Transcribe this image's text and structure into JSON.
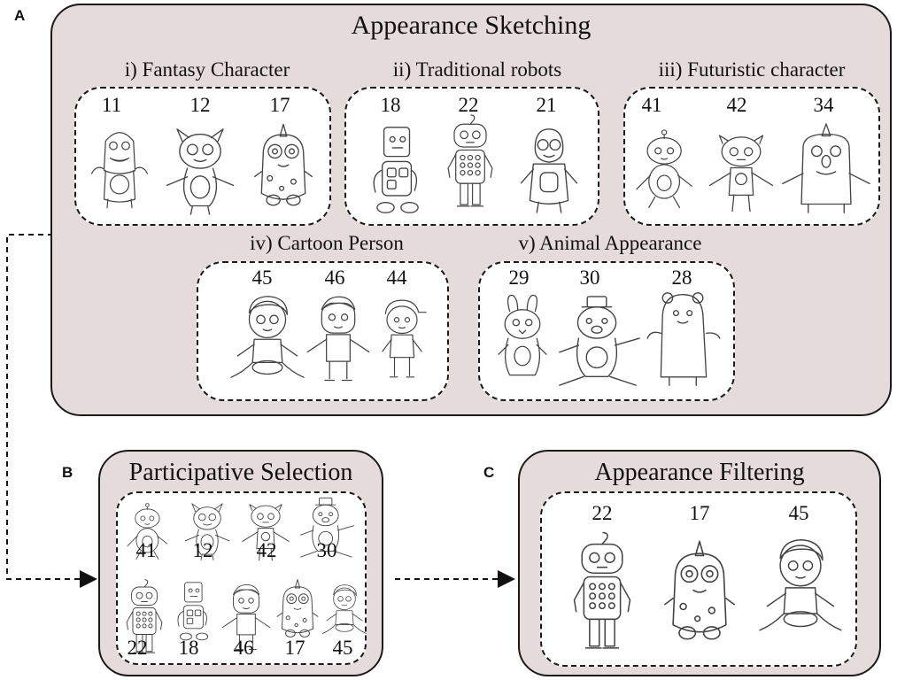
{
  "panels": {
    "A": {
      "letter": "A",
      "title": "Appearance Sketching",
      "groups": [
        {
          "title": "i) Fantasy Character",
          "items": [
            "11",
            "12",
            "17"
          ]
        },
        {
          "title": "ii) Traditional robots",
          "items": [
            "18",
            "22",
            "21"
          ]
        },
        {
          "title": "iii) Futuristic character",
          "items": [
            "41",
            "42",
            "34"
          ]
        },
        {
          "title": "iv) Cartoon Person",
          "items": [
            "45",
            "46",
            "44"
          ]
        },
        {
          "title": "v) Animal Appearance",
          "items": [
            "29",
            "30",
            "28"
          ]
        }
      ]
    },
    "B": {
      "letter": "B",
      "title": "Participative Selection",
      "row1": [
        "41",
        "12",
        "42",
        "30"
      ],
      "row2": [
        "22",
        "18",
        "46",
        "17",
        "45"
      ]
    },
    "C": {
      "letter": "C",
      "title": "Appearance Filtering",
      "items": [
        "22",
        "17",
        "45"
      ]
    }
  },
  "colors": {
    "panel_fill": "#e6dbdb",
    "border": "#1a1a1a",
    "sketch_fill": "#ffffff"
  }
}
